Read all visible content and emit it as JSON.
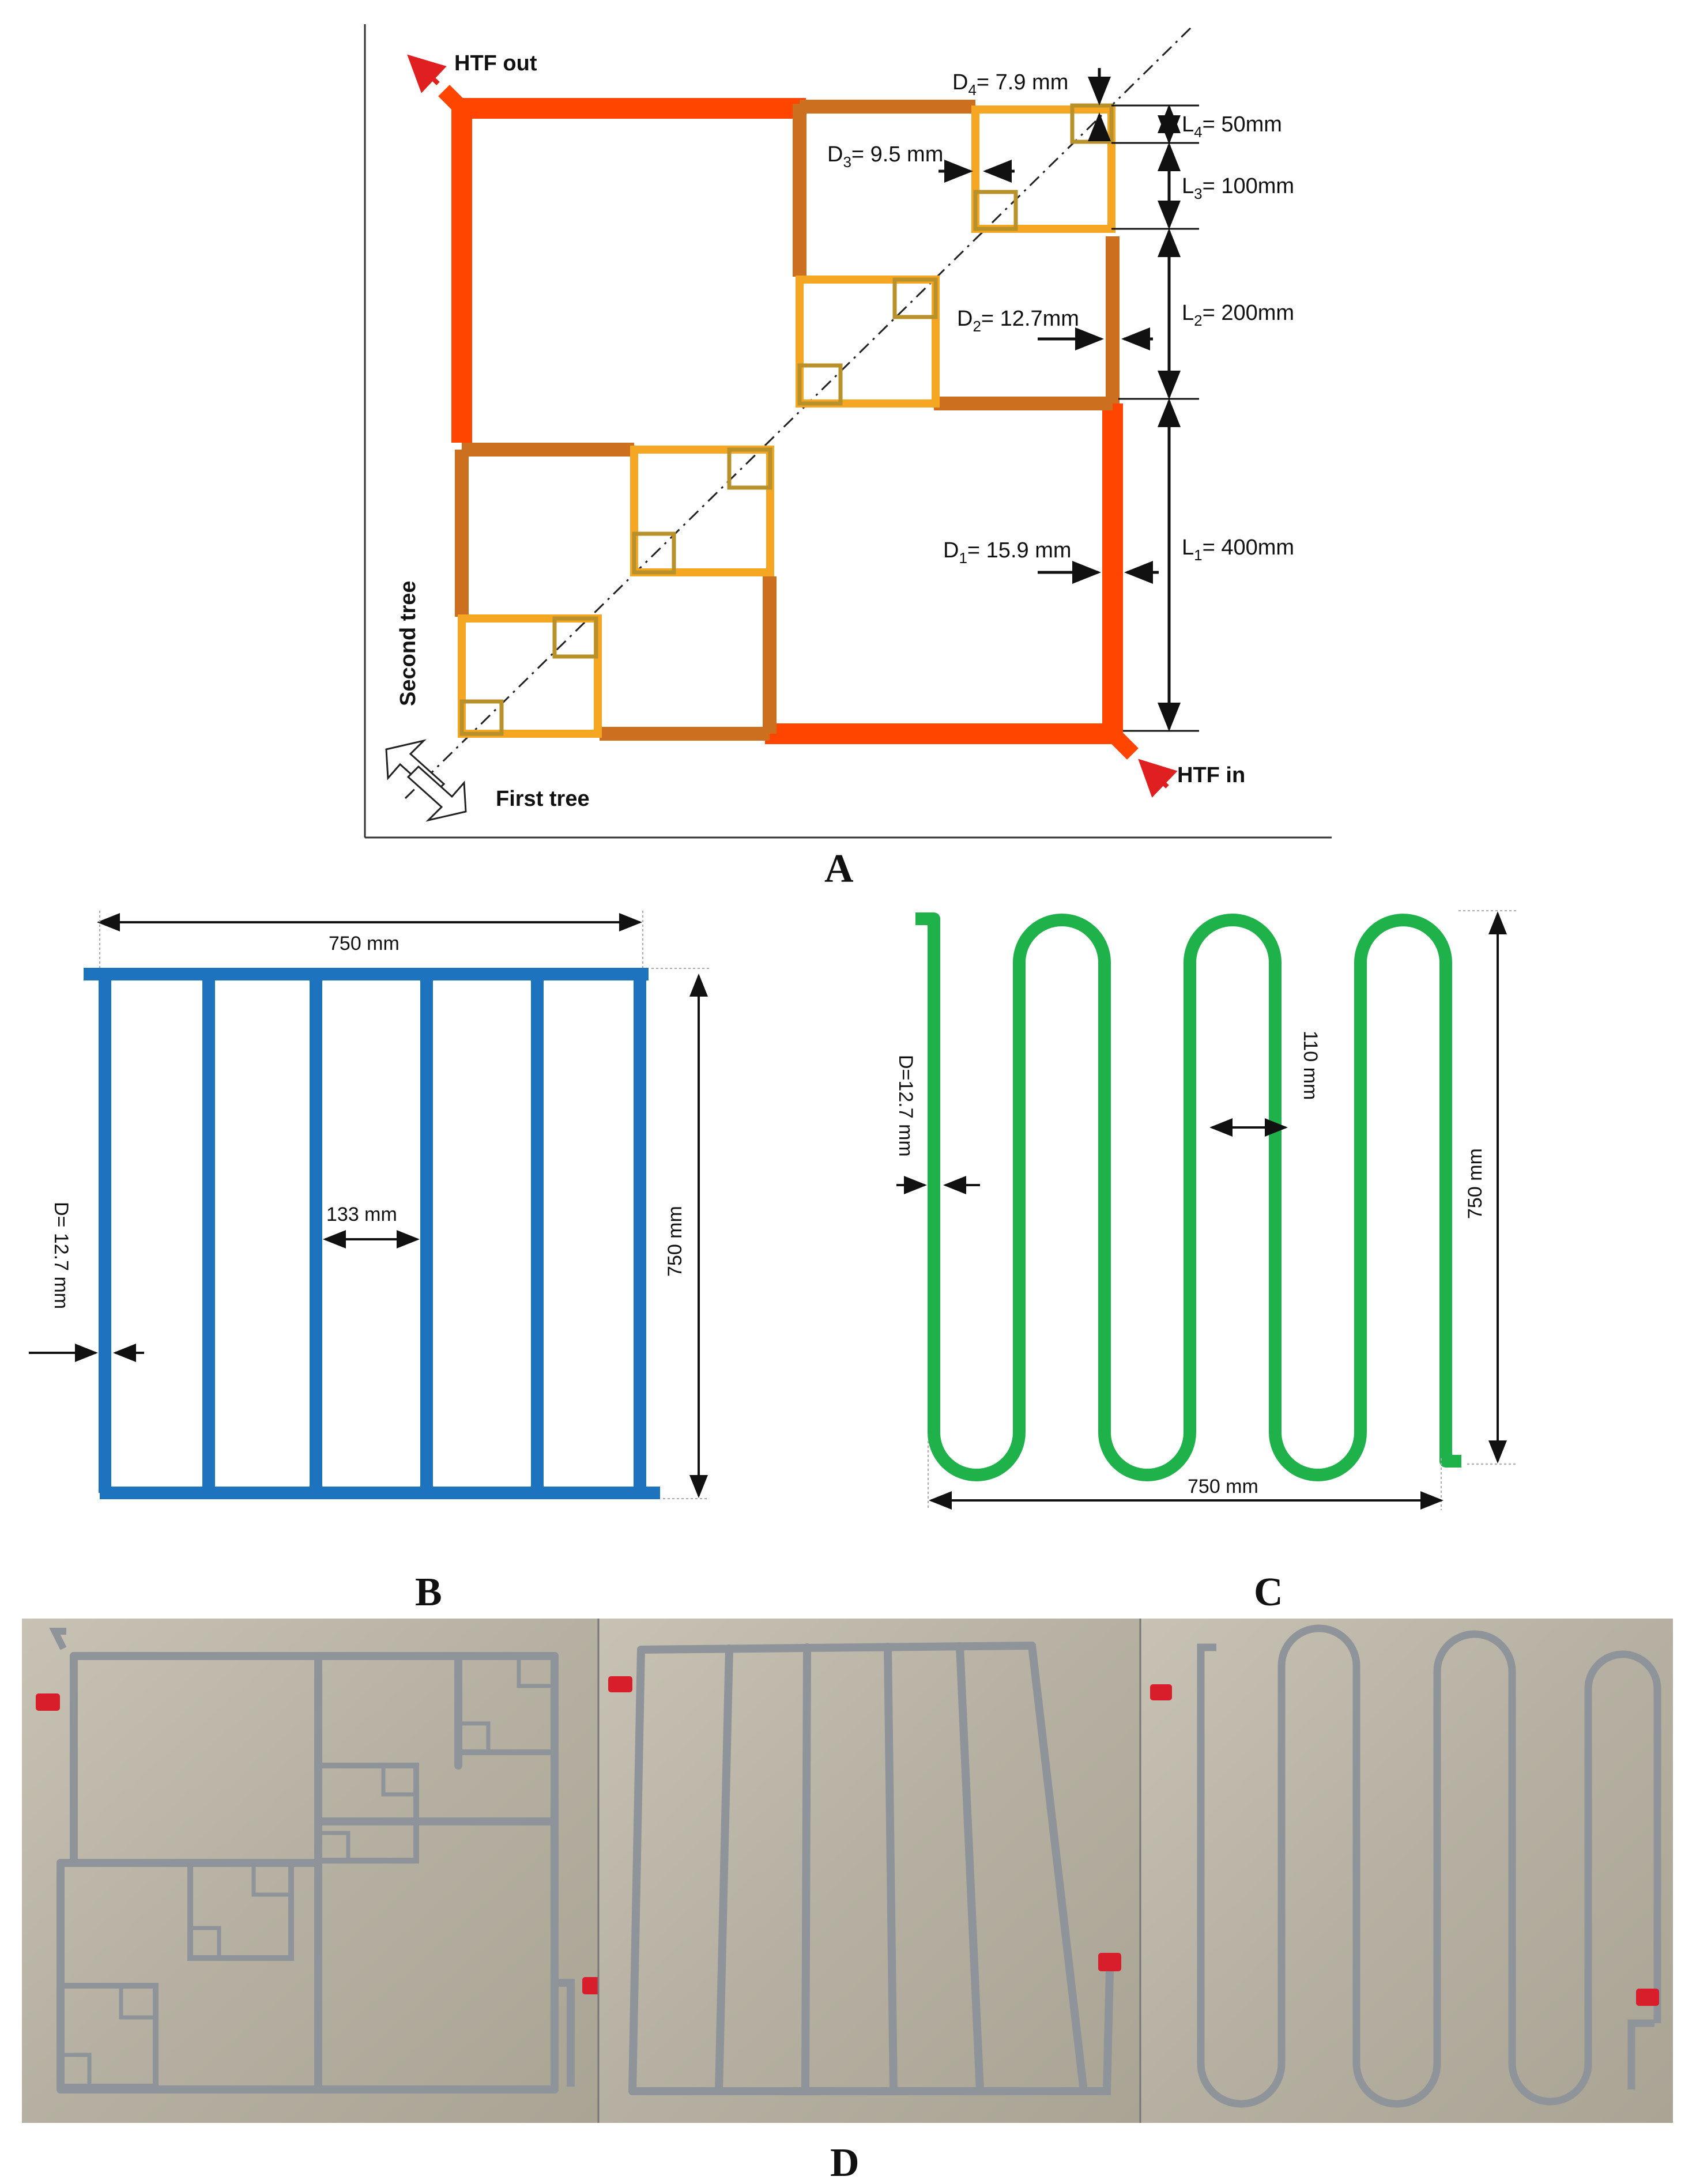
{
  "colors": {
    "d1": "#FF4500",
    "d2": "#CC6F1E",
    "d3": "#F5A623",
    "d4": "#B8912B",
    "blue": "#1E73BE",
    "green": "#20B24A",
    "arrow_red": "#E02020",
    "photo_floor": "#B9B4A6"
  },
  "panel_a": {
    "letter": "A",
    "htf_out": "HTF out",
    "htf_in": "HTF in",
    "second_tree": "Second tree",
    "first_tree": "First tree",
    "diameters": {
      "d4": {
        "sym": "D",
        "sub": "4",
        "val": "= 7.9 mm"
      },
      "d3": {
        "sym": "D",
        "sub": "3",
        "val": "= 9.5 mm"
      },
      "d2": {
        "sym": "D",
        "sub": "2",
        "val": "= 12.7mm"
      },
      "d1": {
        "sym": "D",
        "sub": "1",
        "val": "= 15.9 mm"
      }
    },
    "lengths": {
      "l4": {
        "sym": "L",
        "sub": "4",
        "val": "= 50mm"
      },
      "l3": {
        "sym": "L",
        "sub": "3",
        "val": "= 100mm"
      },
      "l2": {
        "sym": "L",
        "sub": "2",
        "val": "= 200mm"
      },
      "l1": {
        "sym": "L",
        "sub": "1",
        "val": "= 400mm"
      }
    }
  },
  "panel_b": {
    "letter": "B",
    "width": "750 mm",
    "height": "750 mm",
    "spacing": "133 mm",
    "diameter": "D= 12.7 mm"
  },
  "panel_c": {
    "letter": "C",
    "width": "750 mm",
    "height": "750 mm",
    "spacing": "110 mm",
    "diameter": "D=12.7 mm"
  },
  "panel_d": {
    "letter": "D"
  }
}
